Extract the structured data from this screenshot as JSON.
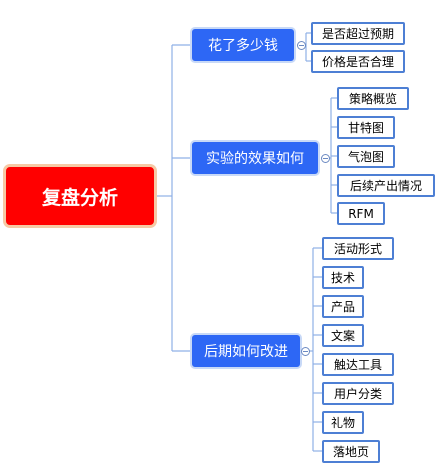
{
  "root": {
    "label": "复盘分析"
  },
  "branches": [
    {
      "label": "花了多少钱",
      "leaves": [
        "是否超过预期",
        "价格是否合理"
      ]
    },
    {
      "label": "实验的效果如何",
      "leaves": [
        "策略概览",
        "甘特图",
        "气泡图",
        "后续产出情况",
        "RFM"
      ]
    },
    {
      "label": "后期如何改进",
      "leaves": [
        "活动形式",
        "技术",
        "产品",
        "文案",
        "触达工具",
        "用户分类",
        "礼物",
        "落地页"
      ]
    }
  ],
  "colors": {
    "root": "#ff0000",
    "branch": "#2d67f5",
    "leaf_border": "#4d7fd4",
    "connector": "#8fb0e6"
  }
}
